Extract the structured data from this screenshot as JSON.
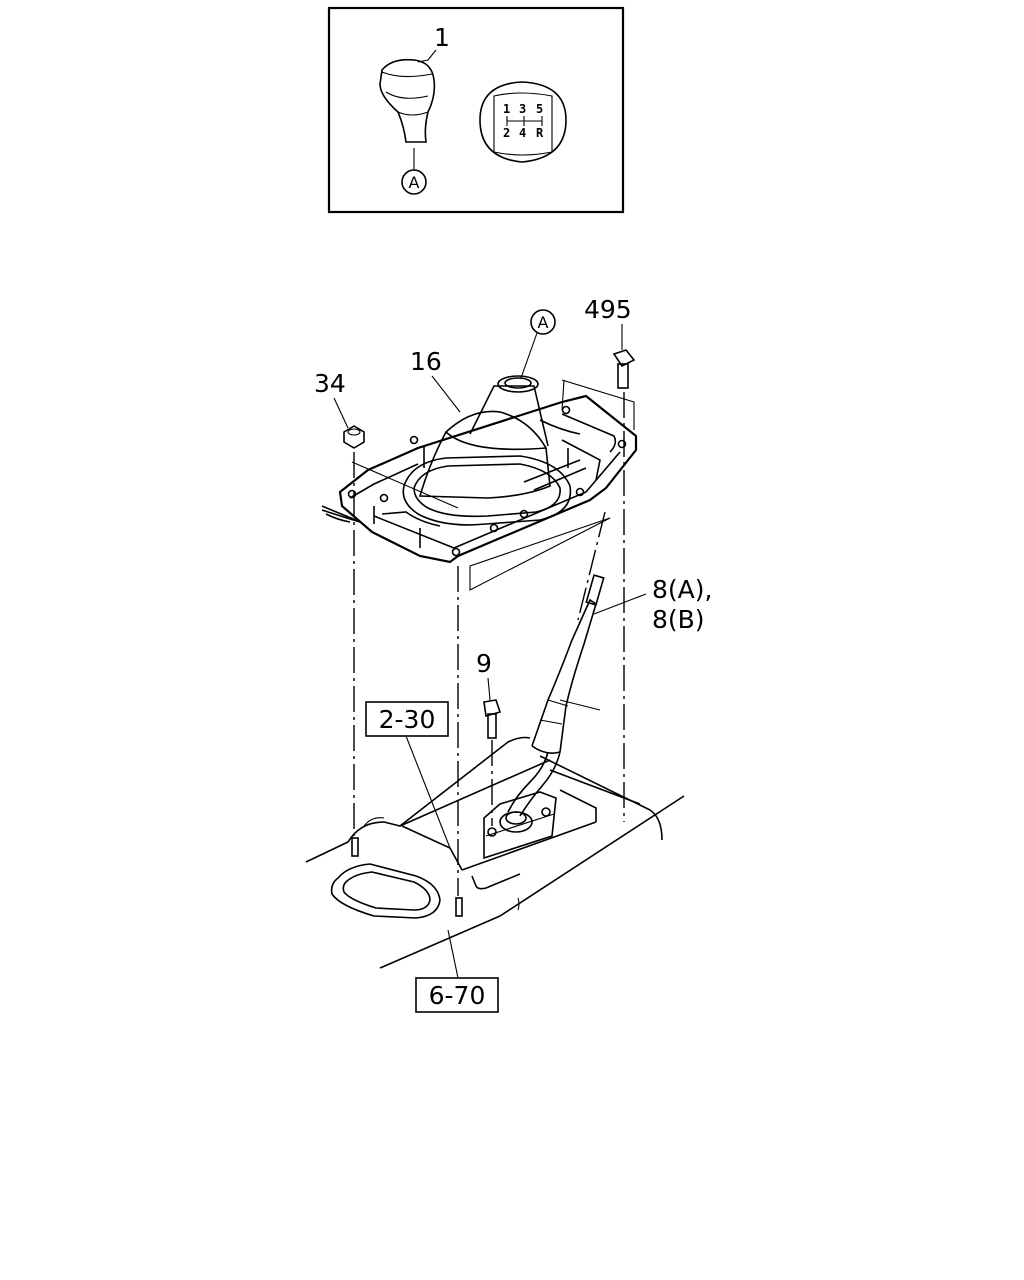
{
  "callouts": {
    "knob": "1",
    "ref_a_top": "A",
    "ref_a_boot": "A",
    "bolt_495": "495",
    "boot_16": "16",
    "nut_34": "34",
    "lever_8a": "8(A),",
    "lever_8b": "8(B)",
    "bolt_9": "9",
    "ref_2_30": "2-30",
    "ref_6_70": "6-70"
  },
  "shift_pattern": {
    "top": [
      "1",
      "3",
      "5"
    ],
    "bottom": [
      "2",
      "4",
      "R"
    ]
  }
}
